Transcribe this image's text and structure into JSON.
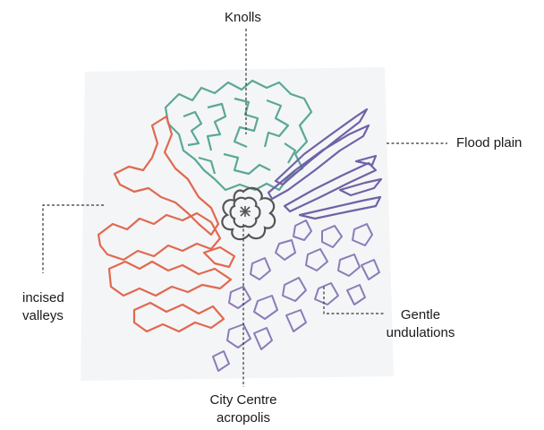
{
  "labels": {
    "knolls": "Knolls",
    "flood_plain": "Flood plain",
    "incised_valleys_line1": "incised",
    "incised_valleys_line2": "valleys",
    "gentle_line1": "Gentle",
    "gentle_line2": "undulations",
    "centre_line1": "City Centre",
    "centre_line2": "acropolis"
  },
  "colors": {
    "knolls": "#5aa896",
    "flood_plain": "#6f62a6",
    "incised_valleys": "#e0694f",
    "gentle_undulations": "#8a7cb8",
    "city_centre": "#555555",
    "background_blob": "#f3f4f6"
  }
}
